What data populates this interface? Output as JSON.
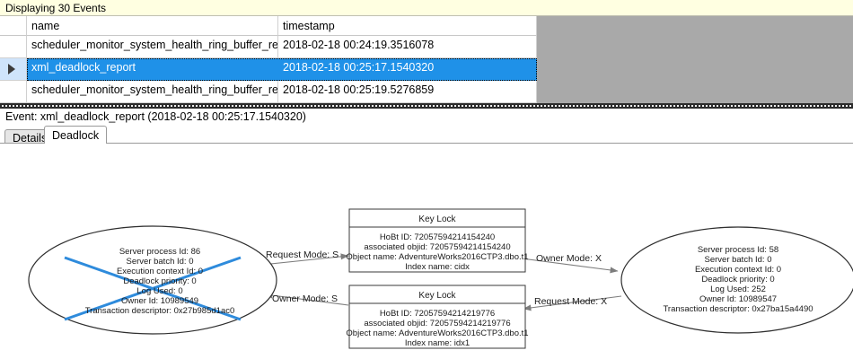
{
  "header": {
    "status_text": "Displaying 30 Events"
  },
  "grid": {
    "columns": [
      "name",
      "timestamp"
    ],
    "rows": [
      {
        "selected": false,
        "indicator": "",
        "name": "scheduler_monitor_system_health_ring_buffer_recorded",
        "timestamp": "2018-02-18 00:24:19.3516078"
      },
      {
        "selected": true,
        "indicator": "row-select-arrow",
        "name": "xml_deadlock_report",
        "timestamp": "2018-02-18 00:25:17.1540320"
      },
      {
        "selected": false,
        "indicator": "",
        "name": "scheduler_monitor_system_health_ring_buffer_recorded",
        "timestamp": "2018-02-18 00:25:19.5276859"
      }
    ]
  },
  "event_caption": "Event: xml_deadlock_report (2018-02-18 00:25:17.1540320)",
  "tabs": [
    {
      "label": "Details",
      "active": false
    },
    {
      "label": "Deadlock",
      "active": true
    }
  ],
  "deadlock_graph": {
    "victim_process": {
      "is_victim": true,
      "lines": [
        "Server process Id: 86",
        "Server batch Id: 0",
        "Execution context Id: 0",
        "Deadlock priority: 0",
        "Log Used: 0",
        "Owner Id: 10989549",
        "Transaction descriptor: 0x27b985d1ac0"
      ]
    },
    "surviving_process": {
      "is_victim": false,
      "lines": [
        "Server process Id: 58",
        "Server batch Id: 0",
        "Execution context Id: 0",
        "Deadlock priority: 0",
        "Log Used: 252",
        "Owner Id: 10989547",
        "Transaction descriptor: 0x27ba15a4490"
      ]
    },
    "resources": [
      {
        "title": "Key Lock",
        "lines": [
          "HoBt ID: 72057594214154240",
          "associated objid: 72057594214154240",
          "Object name: AdventureWorks2016CTP3.dbo.t1",
          "Index name: cidx"
        ]
      },
      {
        "title": "Key Lock",
        "lines": [
          "HoBt ID: 72057594214219776",
          "associated objid: 72057594214219776",
          "Object name: AdventureWorks2016CTP3.dbo.t1",
          "Index name: idx1"
        ]
      }
    ],
    "edges": [
      {
        "label": "Request Mode: S",
        "from": "victim-process",
        "to": "key-lock-top"
      },
      {
        "label": "Owner Mode: X",
        "from": "key-lock-top",
        "to": "surviving-process"
      },
      {
        "label": "Owner Mode: S",
        "from": "key-lock-bottom",
        "to": "victim-process"
      },
      {
        "label": "Request Mode: X",
        "from": "surviving-process",
        "to": "key-lock-bottom"
      }
    ],
    "colors": {
      "victim_cross": "#2e8bdc",
      "edge": "#7d7d7d",
      "node_stroke": "#2e2e2e"
    }
  }
}
